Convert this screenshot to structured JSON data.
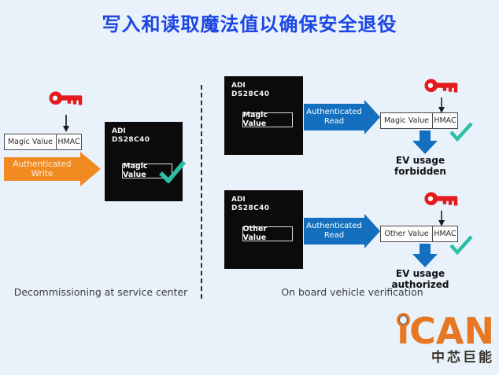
{
  "title": "写入和读取魔法值以确保安全退役",
  "colors": {
    "background": "#e9f2fb",
    "title_blue": "#1c46e4",
    "write_arrow_orange": "#f08a21",
    "read_arrow_blue": "#1470bf",
    "check_teal": "#2bbfa5",
    "key_red": "#e51a1d",
    "chip_black": "#0b0b0b",
    "logo_orange": "#e87723"
  },
  "left": {
    "payload": {
      "value": "Magic Value",
      "hmac": "HMAC"
    },
    "write_arrow_label": "Authenticated Write",
    "chip": {
      "vendor": "ADI",
      "part": "DS28C40",
      "value": "Magic Value"
    },
    "caption": "Decommissioning at service center"
  },
  "right": {
    "caption": "On board vehicle verification",
    "top": {
      "chip": {
        "vendor": "ADI",
        "part": "DS28C40",
        "value": "Magic Value"
      },
      "read_arrow_label": "Authenticated Read",
      "payload": {
        "value": "Magic Value",
        "hmac": "HMAC"
      },
      "result": "EV usage forbidden"
    },
    "bottom": {
      "chip": {
        "vendor": "ADI",
        "part": "DS28C40",
        "value": "Other Value"
      },
      "read_arrow_label": "Authenticated Read",
      "payload": {
        "value": "Other Value",
        "hmac": "HMAC"
      },
      "result": "EV usage authorized"
    }
  },
  "logo": {
    "text": "iCAN",
    "subtitle": "中芯巨能"
  }
}
